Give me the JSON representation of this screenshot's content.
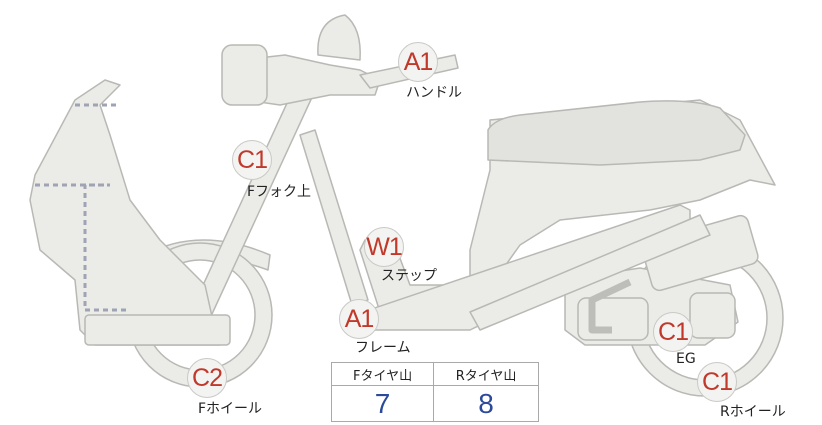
{
  "points": [
    {
      "id": "handle",
      "code": "A1",
      "label": "ハンドル"
    },
    {
      "id": "front-fork-upper",
      "code": "C1",
      "label": "Fフォク上"
    },
    {
      "id": "step",
      "code": "W1",
      "label": "ステップ"
    },
    {
      "id": "frame",
      "code": "A1",
      "label": "フレーム"
    },
    {
      "id": "front-wheel",
      "code": "C2",
      "label": "Fホイール"
    },
    {
      "id": "engine",
      "code": "C1",
      "label": "EG"
    },
    {
      "id": "rear-wheel",
      "code": "C1",
      "label": "Rホイール"
    }
  ],
  "tread": {
    "front_header": "Fタイヤ山",
    "rear_header": "Rタイヤ山",
    "front_value": "7",
    "rear_value": "8"
  },
  "colors": {
    "body_fill": "#ebebe8",
    "body_stroke": "#b8b8b4",
    "code_text": "#c0392b",
    "value_text": "#2c4a9a"
  }
}
